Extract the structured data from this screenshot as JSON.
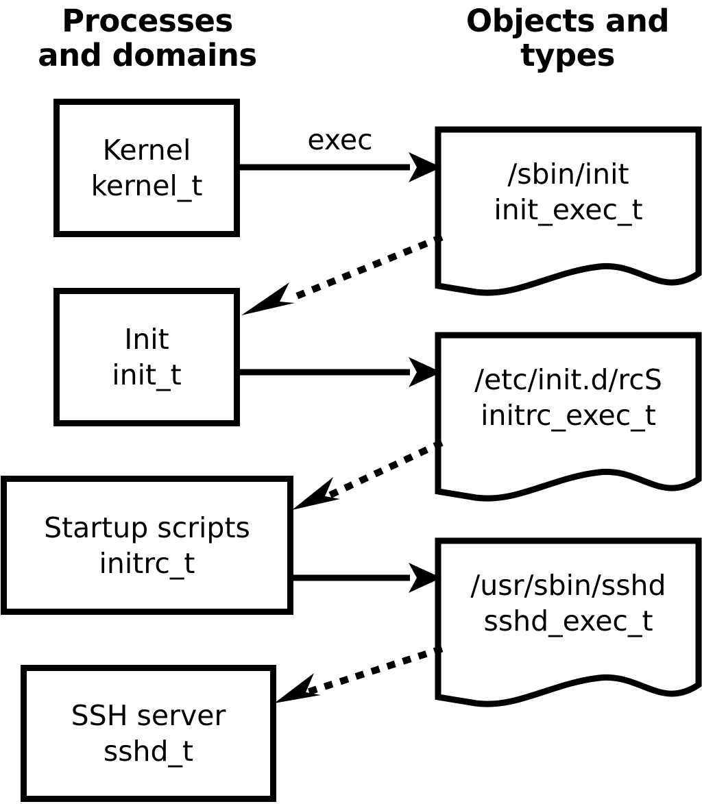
{
  "diagram": {
    "title_left": "Processes\nand domains",
    "title_right": "Objects and\ntypes",
    "colors": {
      "stroke": "#000000",
      "background": "#ffffff",
      "text": "#000000"
    },
    "processes": [
      {
        "name": "Kernel",
        "type": "kernel_t",
        "label": "Kernel\nkernel_t"
      },
      {
        "name": "Init",
        "type": "init_t",
        "label": "Init\ninit_t"
      },
      {
        "name": "Startup scripts",
        "type": "initrc_t",
        "label": "Startup scripts\ninitrc_t"
      },
      {
        "name": "SSH server",
        "type": "sshd_t",
        "label": "SSH server\nsshd_t"
      }
    ],
    "objects": [
      {
        "path": "/sbin/init",
        "type": "init_exec_t",
        "label": "/sbin/init\ninit_exec_t"
      },
      {
        "path": "/etc/init.d/rcS",
        "type": "initrc_exec_t",
        "label": "/etc/init.d/rcS\ninitrc_exec_t"
      },
      {
        "path": "/usr/sbin/sshd",
        "type": "sshd_exec_t",
        "label": "/usr/sbin/sshd\nsshd_exec_t"
      }
    ],
    "edges": [
      {
        "from": "Kernel",
        "to": "/sbin/init",
        "style": "solid",
        "label": "exec"
      },
      {
        "from": "/sbin/init",
        "to": "Init",
        "style": "dotted",
        "label": ""
      },
      {
        "from": "Init",
        "to": "/etc/init.d/rcS",
        "style": "solid",
        "label": ""
      },
      {
        "from": "/etc/init.d/rcS",
        "to": "Startup scripts",
        "style": "dotted",
        "label": ""
      },
      {
        "from": "Startup scripts",
        "to": "/usr/sbin/sshd",
        "style": "solid",
        "label": ""
      },
      {
        "from": "/usr/sbin/sshd",
        "to": "SSH server",
        "style": "dotted",
        "label": ""
      }
    ],
    "edge_labels": {
      "exec": "exec"
    }
  }
}
